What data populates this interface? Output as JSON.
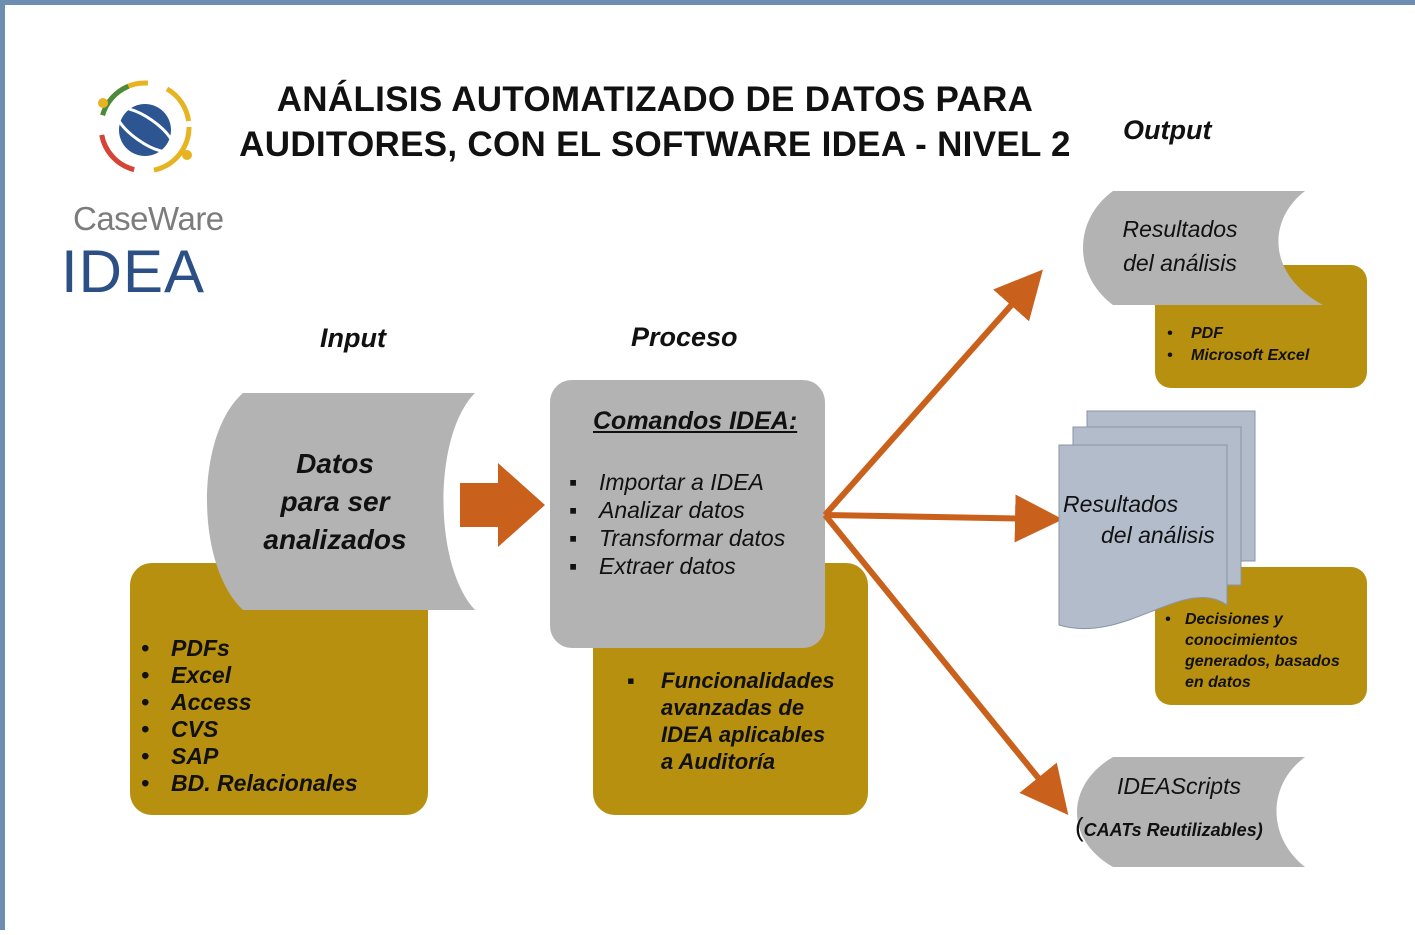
{
  "title": {
    "line1": "ANÁLISIS AUTOMATIZADO DE DATOS PARA",
    "line2": "AUDITORES, CON EL SOFTWARE IDEA - NIVEL 2"
  },
  "logo": {
    "brand": "CaseWare",
    "product": "IDEA",
    "icon": "globe-orbit-icon"
  },
  "headers": {
    "input": "Input",
    "process": "Proceso",
    "output": "Output"
  },
  "input": {
    "doc_lines": [
      "Datos",
      "para ser",
      "analizados"
    ],
    "items": [
      "PDFs",
      "Excel",
      "Access",
      "CVS",
      "SAP",
      "BD. Relacionales"
    ]
  },
  "process": {
    "heading": "Comandos IDEA:",
    "commands": [
      "Importar a IDEA",
      "Analizar datos",
      "Transformar datos",
      "Extraer datos"
    ],
    "features": [
      "Funcionalidades",
      "avanzadas de",
      "IDEA aplicables",
      "a Auditoría"
    ]
  },
  "outputs": {
    "top": {
      "lines": [
        "Resultados",
        "del análisis"
      ],
      "items": [
        "PDF",
        "Microsoft Excel"
      ]
    },
    "middle": {
      "lines": [
        "Resultados",
        "del análisis"
      ],
      "items": [
        "Decisiones y",
        "conocimientos",
        "generados, basados",
        "en datos"
      ]
    },
    "bottom": {
      "line1": "IDEAScripts",
      "line2_paren_open": "(",
      "line2": "CAATs Reutilizables)"
    }
  },
  "colors": {
    "gold": "#b8900f",
    "gray": "#b3b3b3",
    "arrow": "#c9611d",
    "stack": "#b3bccb",
    "border": "#6d8db1",
    "logo_blue": "#2c4f86"
  }
}
